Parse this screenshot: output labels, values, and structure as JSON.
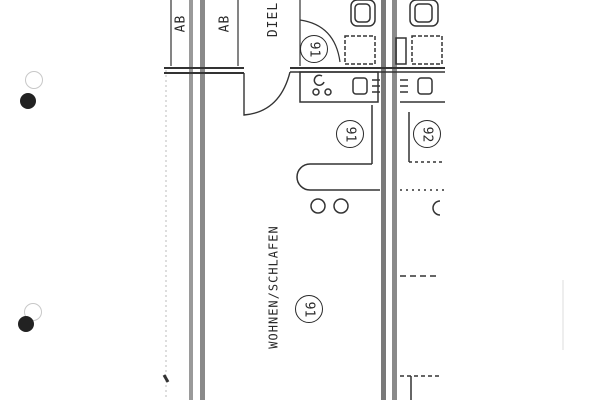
{
  "document": {
    "type": "scanned architectural floor plan (rotated 90°)",
    "colors": {
      "ink": "#2a2a2a",
      "wall_gray": "#8a8a8a",
      "paper": "#ffffff"
    }
  },
  "rooms": [
    {
      "label": "AB",
      "position": "top-left narrow cell 1"
    },
    {
      "label": "AB",
      "position": "top-left narrow cell 2"
    },
    {
      "label": "DIEL",
      "position": "entry/hall"
    },
    {
      "label": "WOHNEN/SCHLAFEN",
      "position": "main living/sleeping room"
    }
  ],
  "room_numbers": [
    {
      "number": "91",
      "position": "hall door"
    },
    {
      "number": "91",
      "position": "kitchen/bath area"
    },
    {
      "number": "92",
      "position": "neighbouring unit"
    },
    {
      "number": "91",
      "position": "living/sleeping room"
    }
  ],
  "labels": {
    "ab1": "AB",
    "ab2": "AB",
    "diele": "DIEL",
    "wohnen": "WOHNEN/SCHLAFEN",
    "num_hall": "91",
    "num_kitchen": "91",
    "num_neighbor": "92",
    "num_living": "91"
  },
  "binder_holes": [
    {
      "position": "upper-left"
    },
    {
      "position": "lower-left"
    }
  ]
}
